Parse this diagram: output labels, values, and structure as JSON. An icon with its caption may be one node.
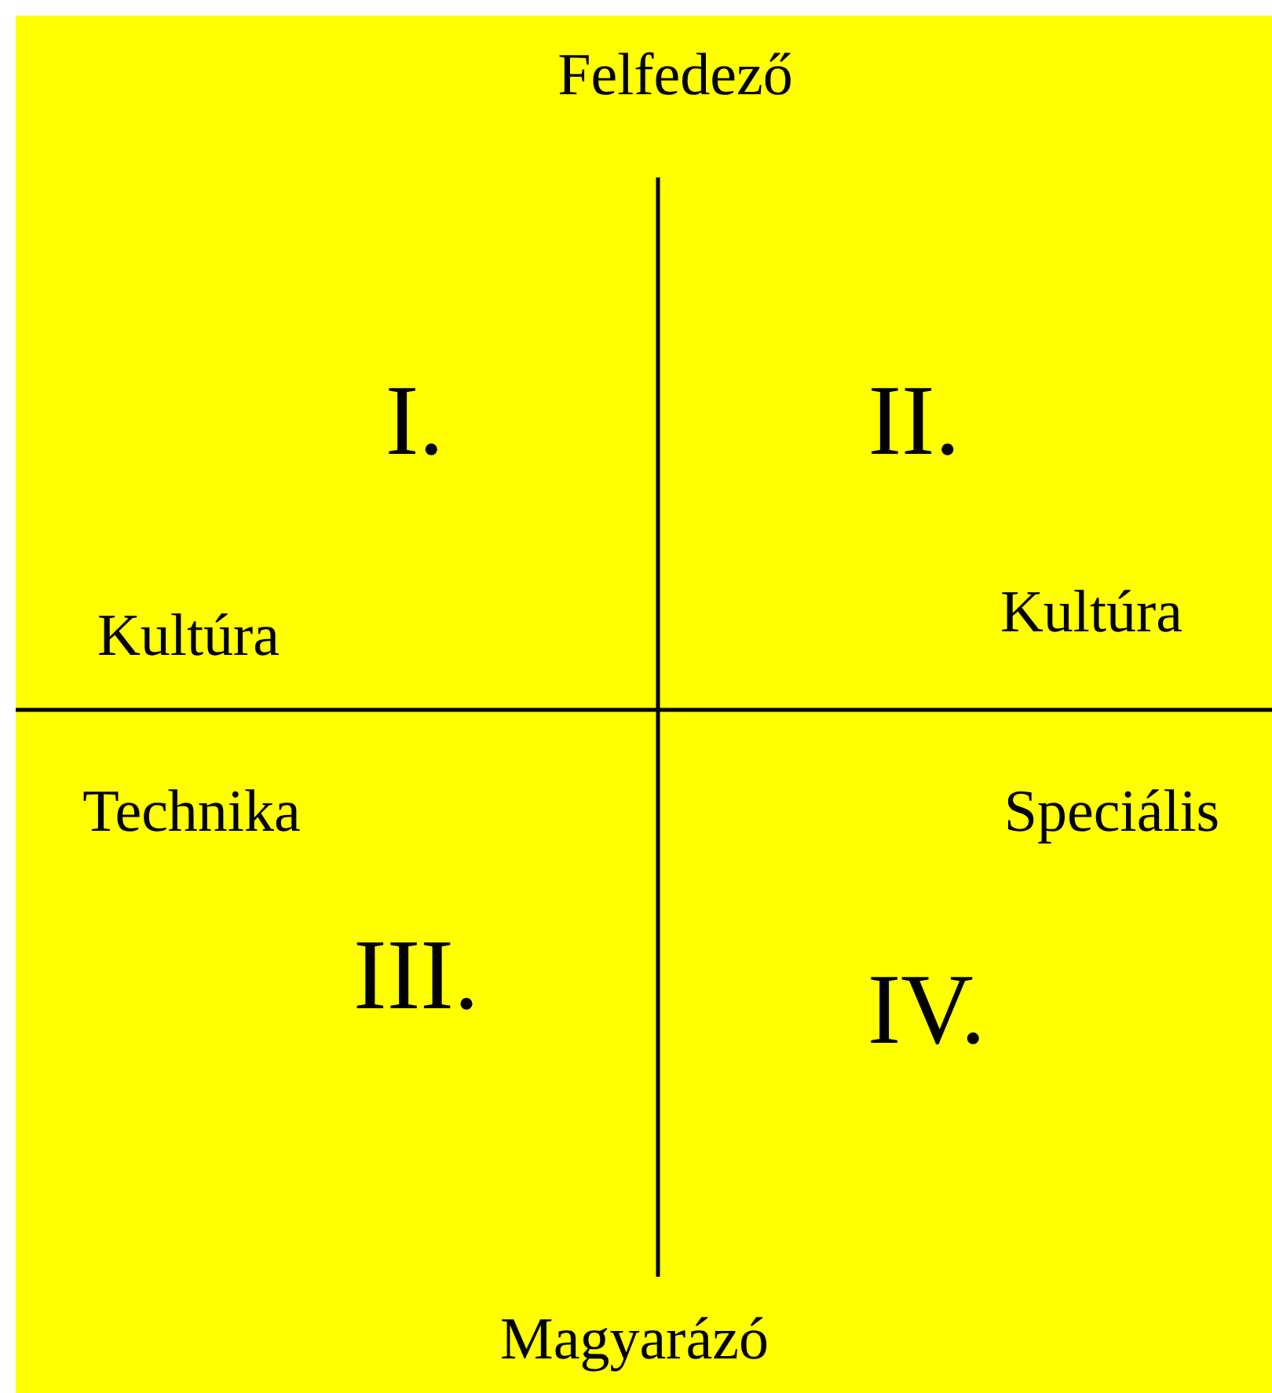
{
  "diagram": {
    "labels": [
      "Felfedező",
      "I.",
      "II.",
      "Kultúra",
      "Kultúra",
      "Technika",
      "Speciális",
      "III.",
      "IV.",
      "Magyarázó"
    ]
  }
}
